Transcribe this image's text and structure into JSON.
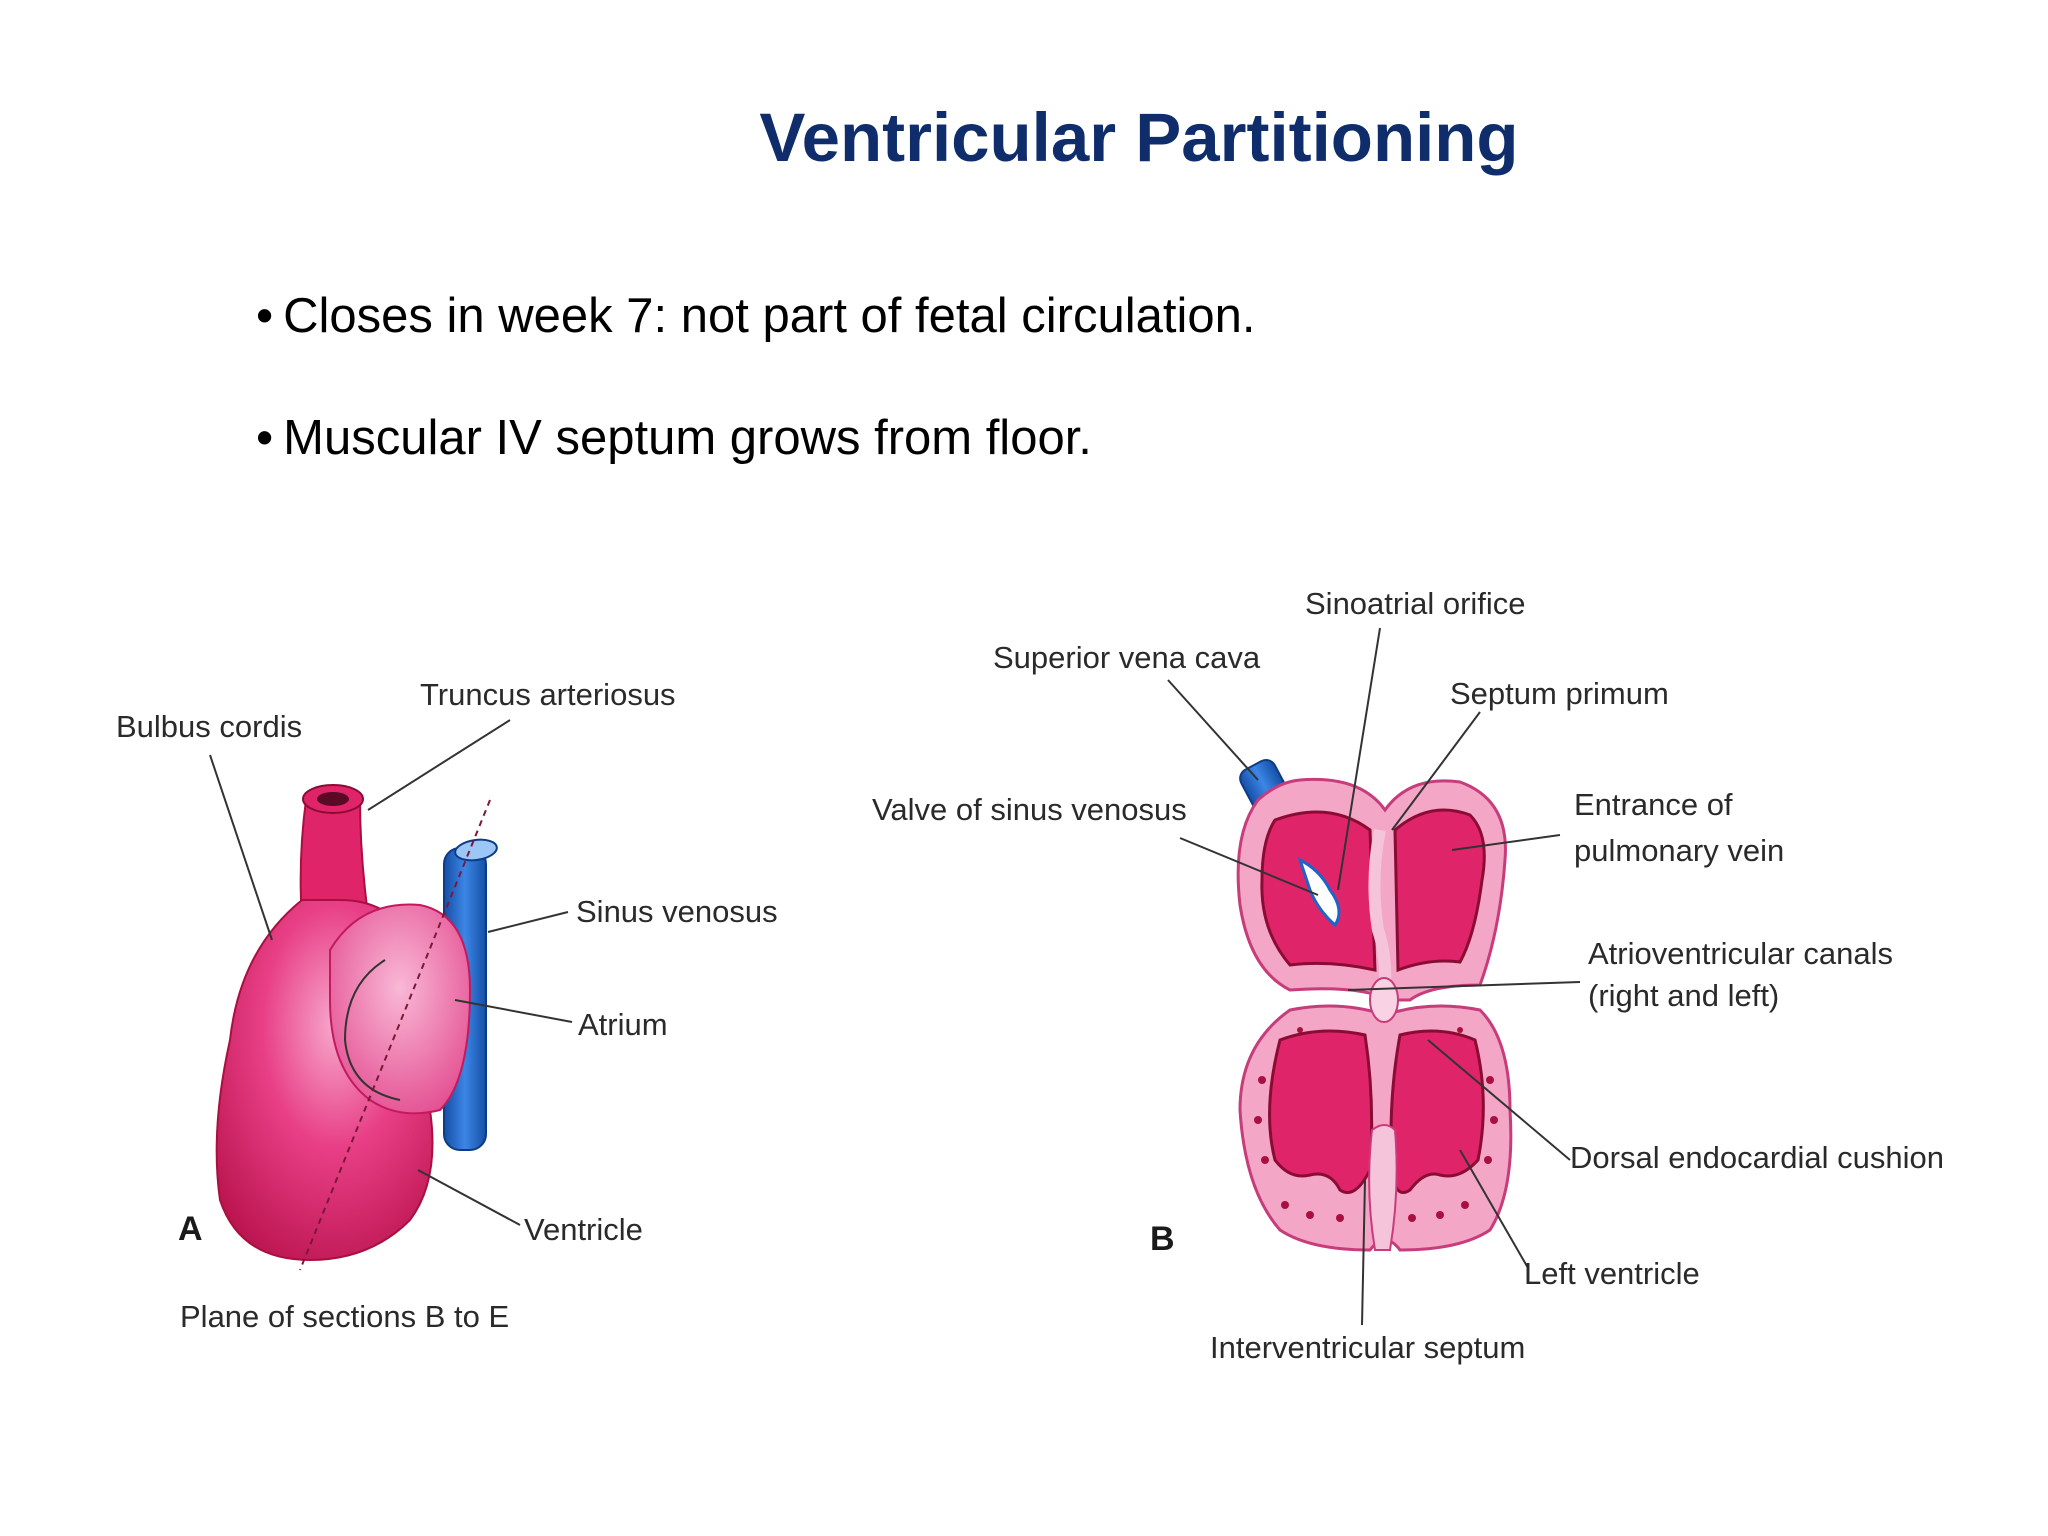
{
  "slide": {
    "title": "Ventricular Partitioning",
    "bullets": [
      "Closes in week 7: not part of fetal circulation.",
      "Muscular IV septum grows from floor."
    ],
    "bullet_symbol": "•"
  },
  "figure_a": {
    "panel_letter": "A",
    "labels": {
      "bulbus_cordis": "Bulbus cordis",
      "truncus_arteriosus": "Truncus arteriosus",
      "sinus_venosus": "Sinus venosus",
      "atrium": "Atrium",
      "ventricle": "Ventricle",
      "plane": "Plane of sections B to E"
    }
  },
  "figure_b": {
    "panel_letter": "B",
    "labels": {
      "sinoatrial_orifice": "Sinoatrial orifice",
      "superior_vena_cava": "Superior vena cava",
      "septum_primum": "Septum primum",
      "valve_sinus_venosus": "Valve of sinus venosus",
      "entrance_pulmonary_1": "Entrance of",
      "entrance_pulmonary_2": "pulmonary vein",
      "av_canals_1": "Atrioventricular canals",
      "av_canals_2": "(right and left)",
      "dorsal_cushion": "Dorsal endocardial cushion",
      "left_ventricle": "Left ventricle",
      "iv_septum": "Interventricular septum"
    }
  },
  "colors": {
    "title": "#0f2c6b",
    "heart_magenta": "#e0246a",
    "heart_light": "#f4a6c6",
    "vessel_blue": "#1e64c8"
  }
}
